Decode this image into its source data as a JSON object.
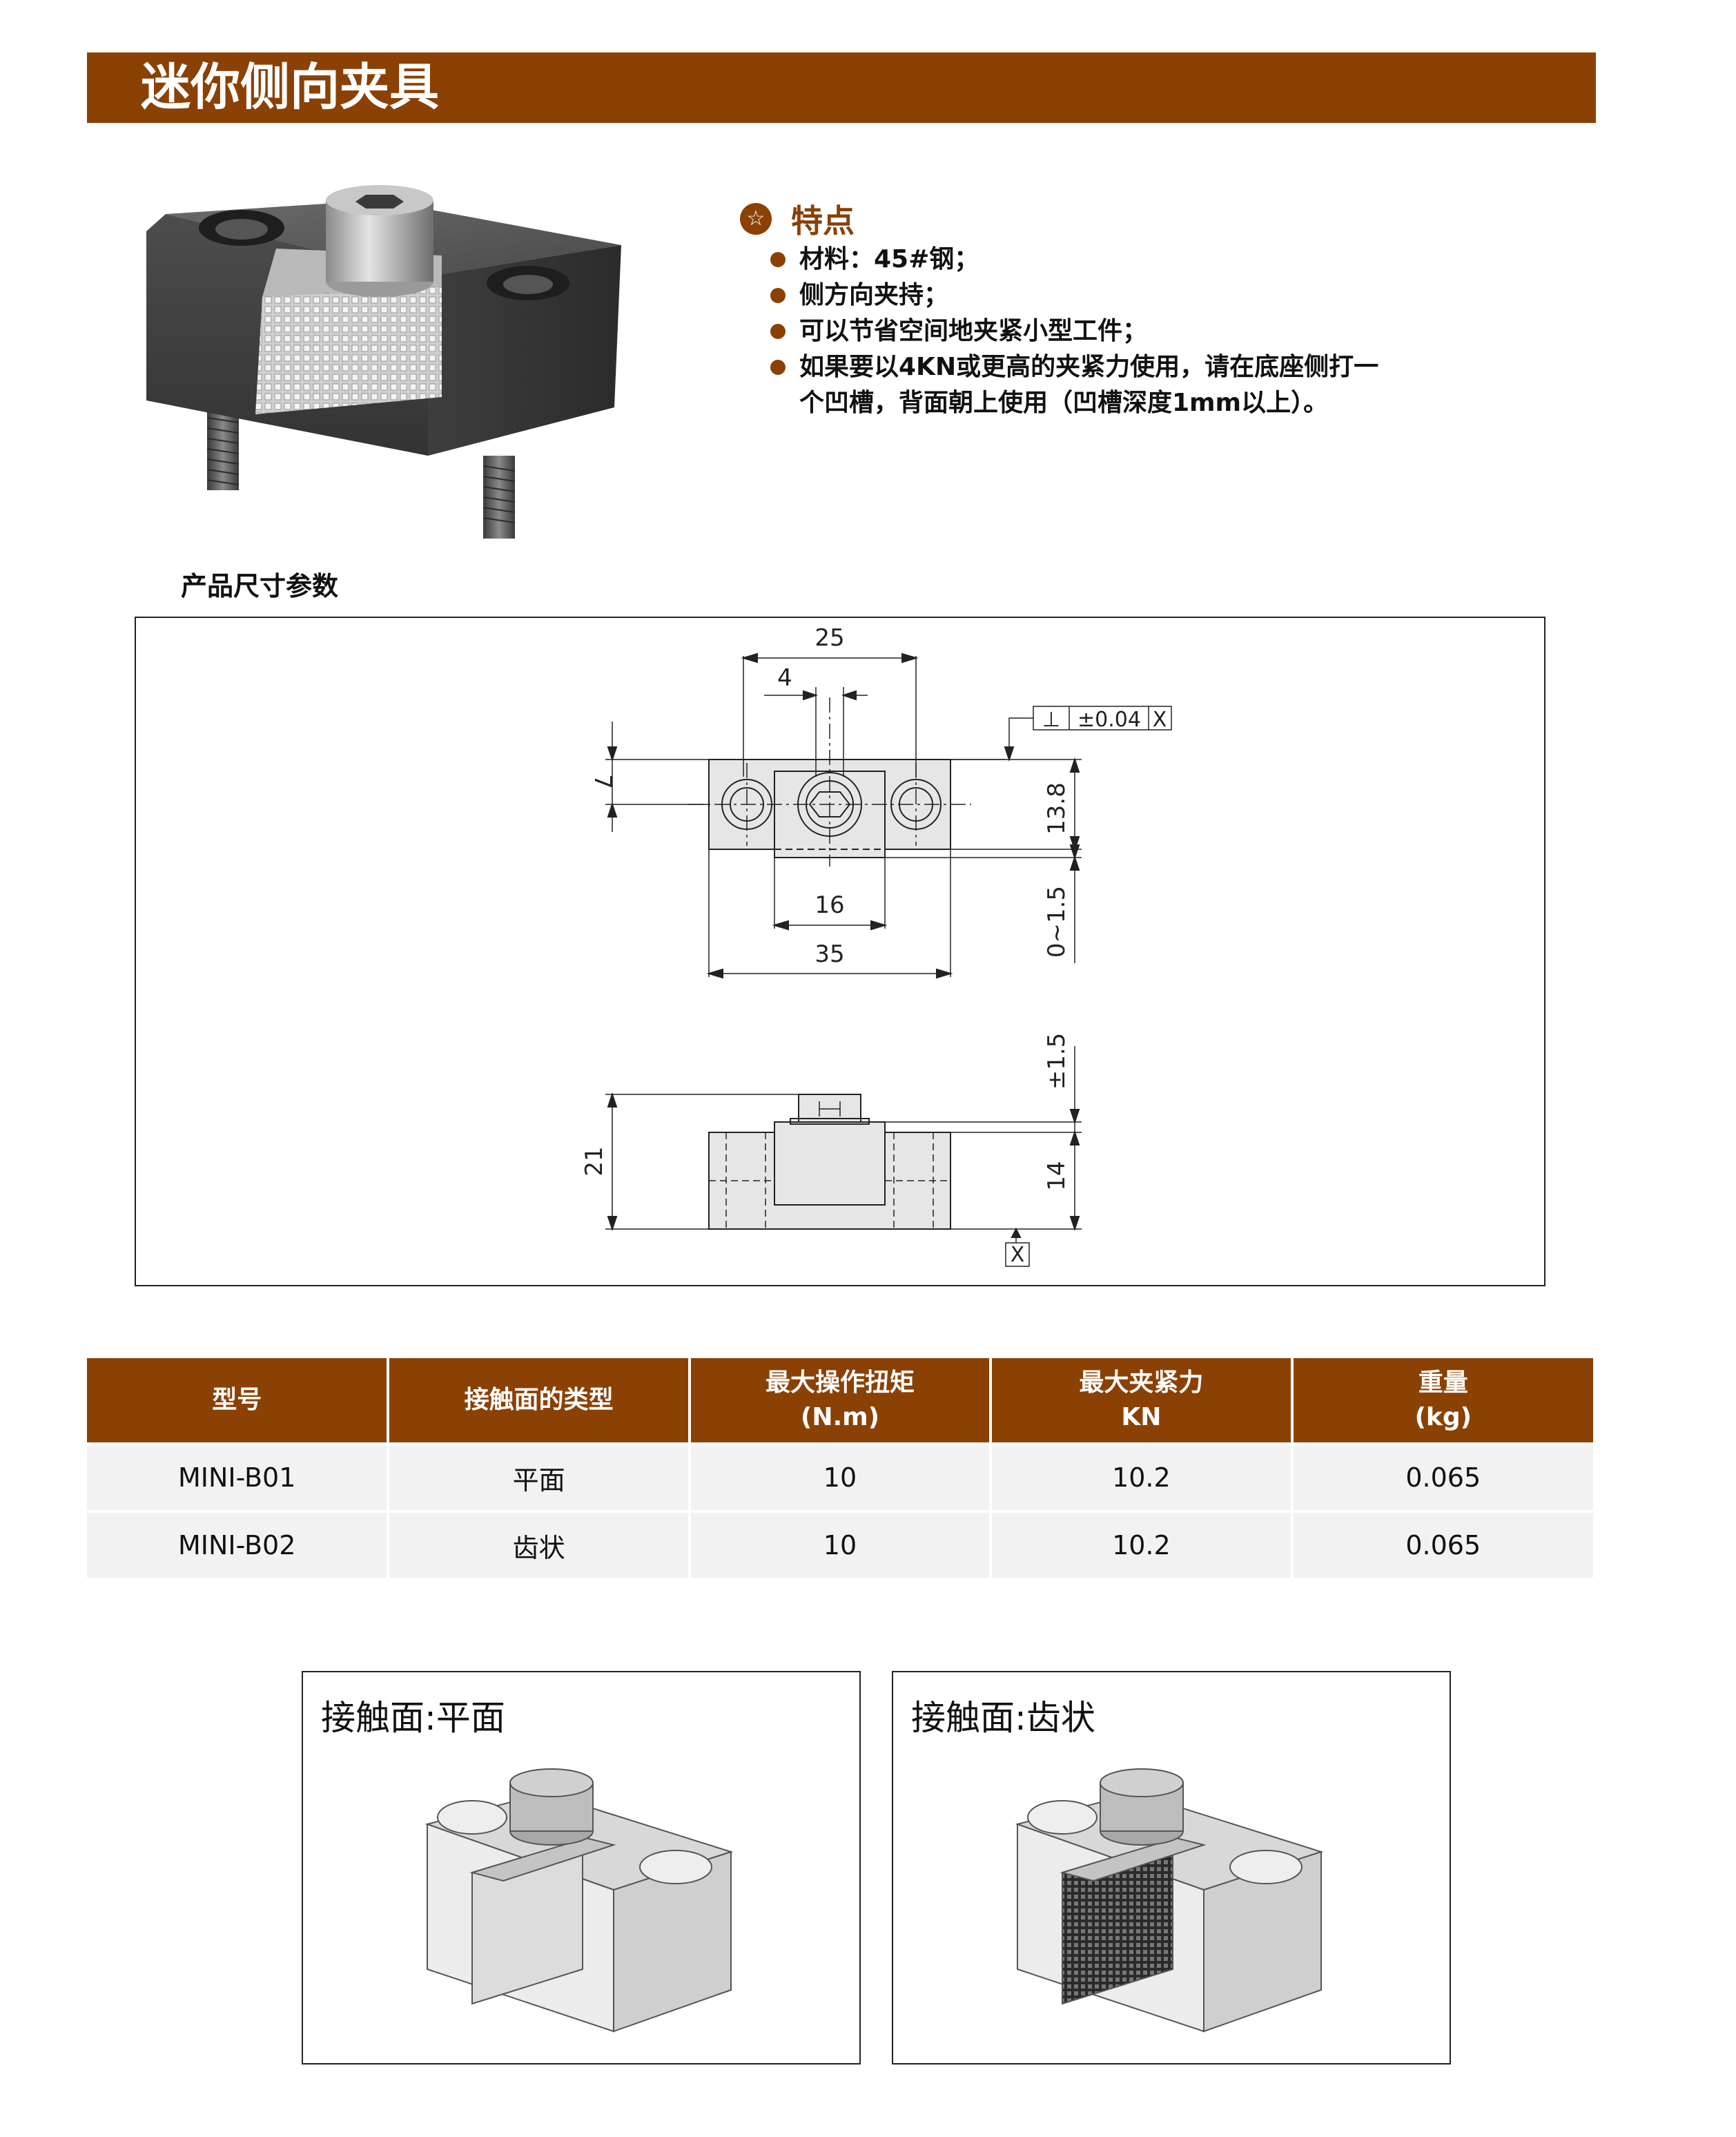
{
  "title": "迷你侧向夹具",
  "features": {
    "heading": "特点",
    "items": [
      "材料：45#钢；",
      "侧方向夹持；",
      "可以节省空间地夹紧小型工件；",
      "如果要以4KN或更高的夹紧力使用，请在底座侧打一个凹槽，背面朝上使用（凹槽深度1mm以上）。"
    ]
  },
  "dimensions_label": "产品尺寸参数",
  "drawing": {
    "d25": "25",
    "d4": "4",
    "d7": "7",
    "d13_8": "13.8",
    "d16": "16",
    "d35": "35",
    "d0_1_5": "0~1.5",
    "d21": "21",
    "d14": "14",
    "dpm1_5": "±1.5",
    "tol_symbol": "⊥",
    "tol_value": "±0.04",
    "datum": "X"
  },
  "table": {
    "headers": [
      "型号",
      "接触面的类型",
      "最大操作扭矩\n(N.m)",
      "最大夹紧力\nKN",
      "重量\n(kg)"
    ],
    "rows": [
      [
        "MINI-B01",
        "平面",
        "10",
        "10.2",
        "0.065"
      ],
      [
        "MINI-B02",
        "齿状",
        "10",
        "10.2",
        "0.065"
      ]
    ]
  },
  "contact_flat_label": "接触面:平面",
  "contact_teeth_label": "接触面:齿状"
}
